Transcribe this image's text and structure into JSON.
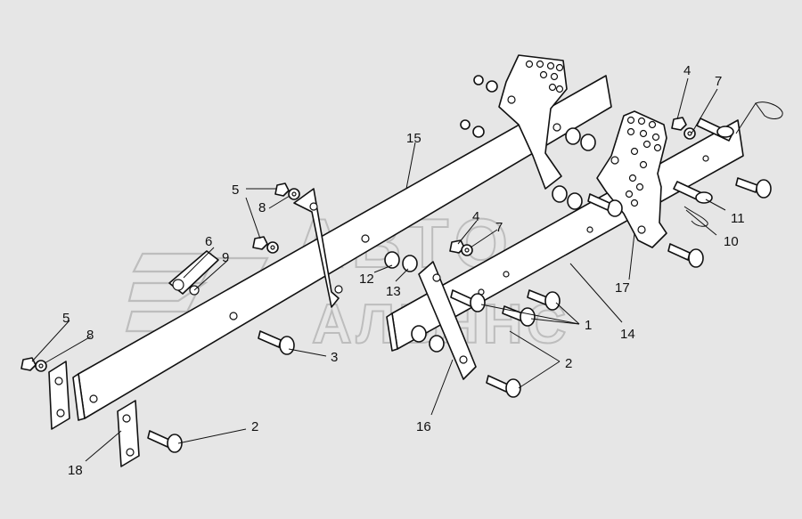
{
  "diagram": {
    "background": "#e6e6e6",
    "line_color": "#111111",
    "watermark": {
      "line1": "АВТО",
      "line2": "АЛЬЯНС",
      "color": "#bdbdbd"
    },
    "callouts": [
      {
        "id": "c1",
        "label": "1"
      },
      {
        "id": "c2a",
        "label": "2"
      },
      {
        "id": "c2b",
        "label": "2"
      },
      {
        "id": "c3",
        "label": "3"
      },
      {
        "id": "c4a",
        "label": "4"
      },
      {
        "id": "c4b",
        "label": "4"
      },
      {
        "id": "c5a",
        "label": "5"
      },
      {
        "id": "c5b",
        "label": "5"
      },
      {
        "id": "c6",
        "label": "6"
      },
      {
        "id": "c7a",
        "label": "7"
      },
      {
        "id": "c7b",
        "label": "7"
      },
      {
        "id": "c8a",
        "label": "8"
      },
      {
        "id": "c8b",
        "label": "8"
      },
      {
        "id": "c9",
        "label": "9"
      },
      {
        "id": "c10",
        "label": "10"
      },
      {
        "id": "c11",
        "label": "11"
      },
      {
        "id": "c12",
        "label": "12"
      },
      {
        "id": "c13",
        "label": "13"
      },
      {
        "id": "c14",
        "label": "14"
      },
      {
        "id": "c15",
        "label": "15"
      },
      {
        "id": "c16",
        "label": "16"
      },
      {
        "id": "c17",
        "label": "17"
      },
      {
        "id": "c18",
        "label": "18"
      }
    ]
  }
}
